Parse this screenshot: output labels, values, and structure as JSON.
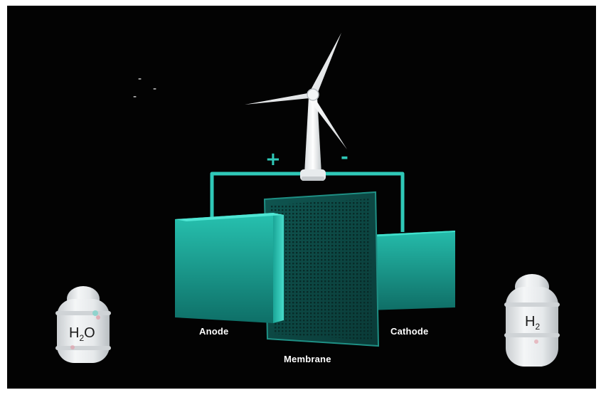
{
  "diagram": {
    "labels": {
      "anode": "Anode",
      "membrane": "Membrane",
      "cathode": "Cathode"
    },
    "terminals": {
      "positive": "+",
      "negative": "-"
    },
    "tanks": {
      "input": {
        "main": "H",
        "sub": "2",
        "tail": "O"
      },
      "output": {
        "main": "H",
        "sub": "2"
      }
    },
    "decor_marks": [
      "-",
      "-",
      "-"
    ],
    "colors": {
      "background": "#030303",
      "accent": "#2fc9b8",
      "electrode_dark": "#0d7a70",
      "turbine": "#f2f4f5",
      "tank": "#e9ecee"
    },
    "icons": [
      "wind-turbine-icon",
      "water-tank-icon",
      "hydrogen-tank-icon"
    ]
  }
}
